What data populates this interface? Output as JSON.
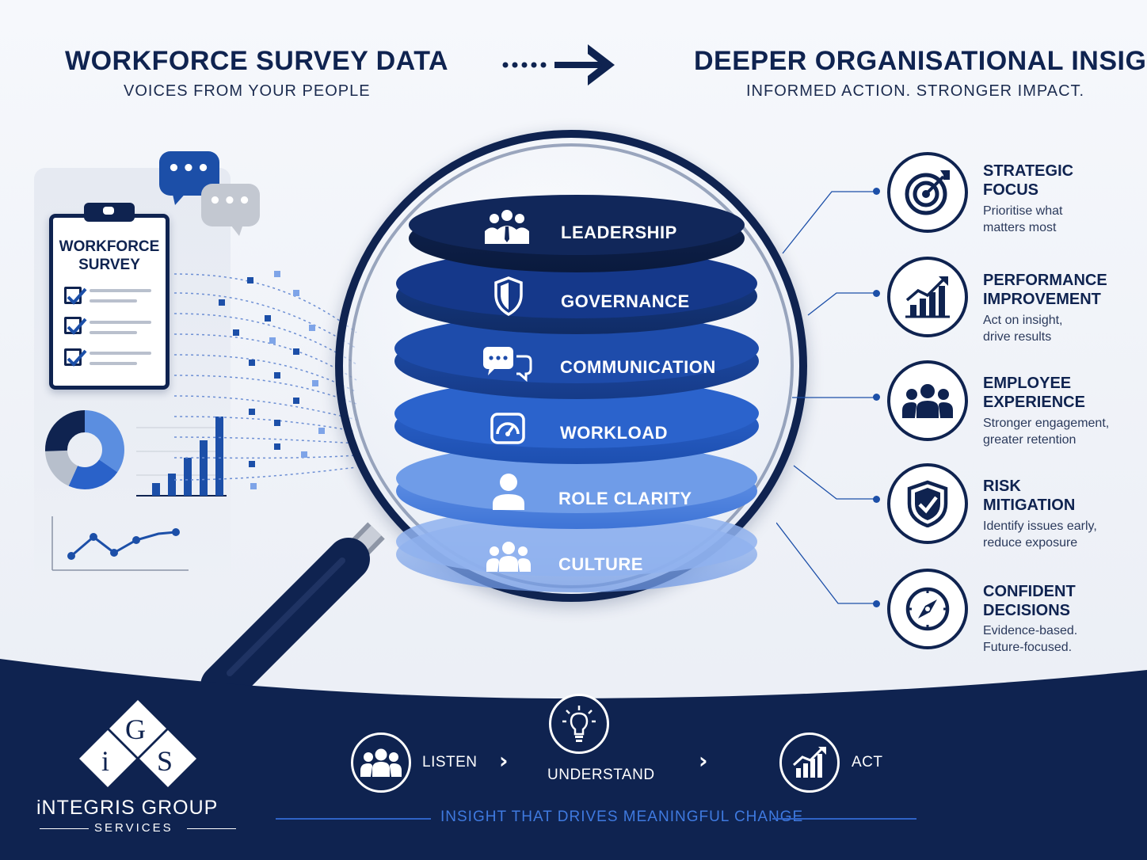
{
  "header": {
    "left_title": "WORKFORCE SURVEY DATA",
    "left_subtitle": "VOICES FROM YOUR PEOPLE",
    "right_title": "DEEPER ORGANISATIONAL INSIGHT",
    "right_subtitle": "INFORMED ACTION. STRONGER IMPACT."
  },
  "survey": {
    "title_line1": "WORKFORCE",
    "title_line2": "SURVEY"
  },
  "layers": [
    {
      "label": "LEADERSHIP",
      "icon": "leadership-icon",
      "color": "#0f2350"
    },
    {
      "label": "GOVERNANCE",
      "icon": "shield-icon",
      "color": "#13327a"
    },
    {
      "label": "COMMUNICATION",
      "icon": "chat-icon",
      "color": "#1944a3"
    },
    {
      "label": "WORKLOAD",
      "icon": "gauge-icon",
      "color": "#2358c4"
    },
    {
      "label": "ROLE CLARITY",
      "icon": "person-icon",
      "color": "#4f86e0"
    },
    {
      "label": "CULTURE",
      "icon": "group-icon",
      "color": "#7fa6ea"
    }
  ],
  "benefits": [
    {
      "title1": "STRATEGIC",
      "title2": "FOCUS",
      "desc1": "Prioritise what",
      "desc2": "matters most",
      "icon": "target-icon"
    },
    {
      "title1": "PERFORMANCE",
      "title2": "IMPROVEMENT",
      "desc1": "Act on insight,",
      "desc2": "drive results",
      "icon": "growth-chart-icon"
    },
    {
      "title1": "EMPLOYEE",
      "title2": "EXPERIENCE",
      "desc1": "Stronger engagement,",
      "desc2": "greater retention",
      "icon": "people-icon"
    },
    {
      "title1": "RISK",
      "title2": "MITIGATION",
      "desc1": "Identify issues early,",
      "desc2": "reduce exposure",
      "icon": "shield-check-icon"
    },
    {
      "title1": "CONFIDENT",
      "title2": "DECISIONS",
      "desc1": "Evidence-based.",
      "desc2": "Future-focused.",
      "icon": "compass-icon"
    }
  ],
  "footer": {
    "steps": [
      {
        "label": "LISTEN",
        "icon": "people-icon"
      },
      {
        "label": "UNDERSTAND",
        "icon": "lightbulb-icon"
      },
      {
        "label": "ACT",
        "icon": "growth-chart-icon"
      }
    ],
    "tagline": "INSIGHT THAT DRIVES MEANINGFUL CHANGE",
    "logo_letters": [
      "i",
      "G",
      "S"
    ],
    "logo_name": "iNTEGRIS GROUP",
    "logo_sub": "SERVICES"
  },
  "colors": {
    "navy": "#0f2350",
    "brand_blue": "#1c4fa8",
    "accent_blue": "#3f7ae0"
  }
}
